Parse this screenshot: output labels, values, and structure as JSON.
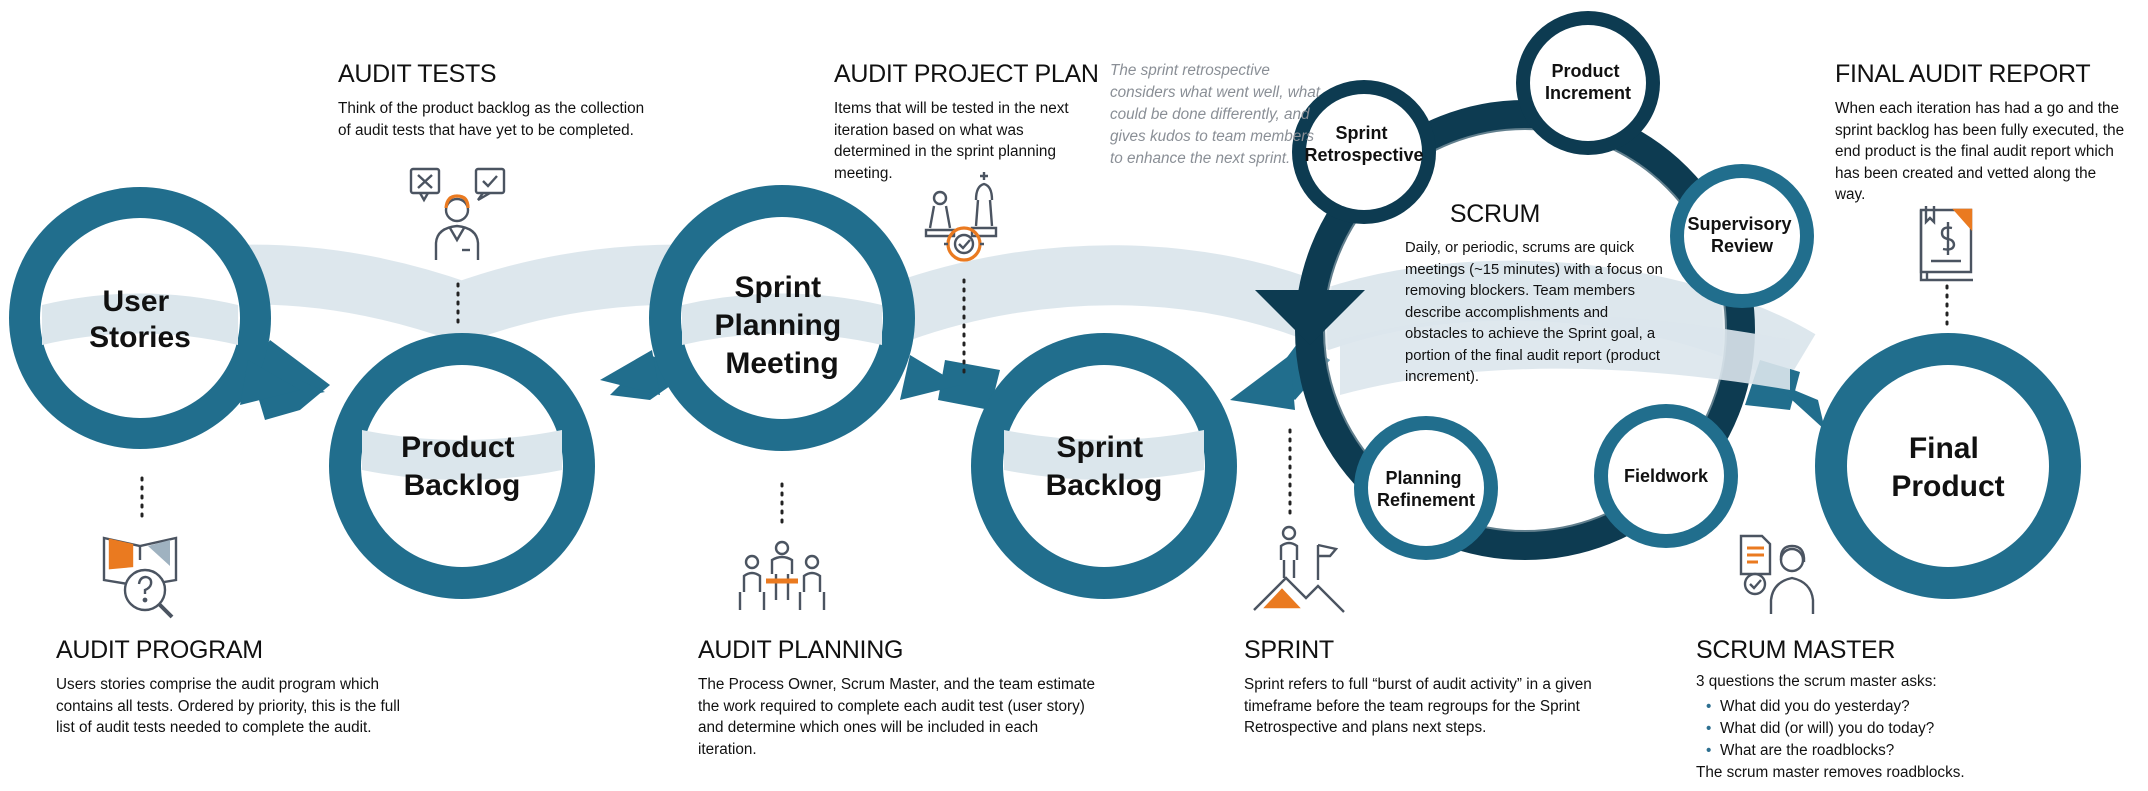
{
  "colors": {
    "teal": "#216e8d",
    "navy": "#0d3b51",
    "ring_inner_stroke": "#ffffff",
    "band": "#dbe6ec",
    "orange": "#ea7a20",
    "icon_gray": "#4b5461"
  },
  "circles": {
    "user_stories": [
      "User",
      "Stories"
    ],
    "product_backlog": [
      "Product",
      "Backlog"
    ],
    "sprint_planning_meeting": [
      "Sprint",
      "Planning",
      "Meeting"
    ],
    "sprint_backlog": [
      "Sprint",
      "Backlog"
    ],
    "final_product": [
      "Final",
      "Product"
    ]
  },
  "scrum_cycle": {
    "title": "SCRUM",
    "body": "Daily, or periodic, scrums are quick meetings (~15 minutes) with a focus on removing blockers. Team members describe accomplishments and obstacles to achieve the Sprint goal, a portion of the final audit report (product increment).",
    "nodes": {
      "product_increment": [
        "Product",
        "Increment"
      ],
      "sprint_retrospective": [
        "Sprint",
        "Retrospective"
      ],
      "supervisory_review": [
        "Supervisory",
        "Review"
      ],
      "fieldwork": [
        "Fieldwork"
      ],
      "planning_refinement": [
        "Planning",
        "Refinement"
      ]
    }
  },
  "retrospective_note": "The sprint retrospective considers what went well, what could be done differently, and gives kudos to team members to enhance the next sprint.",
  "sections": {
    "audit_tests": {
      "heading": "AUDIT TESTS",
      "body": "Think of the product backlog as the collection of audit tests that have yet to be completed.",
      "icon": "person-with-checklist-icon"
    },
    "audit_project_plan": {
      "heading": "AUDIT PROJECT PLAN",
      "body": "Items that will be tested in the next iteration based on what was determined in the sprint planning meeting.",
      "icon": "chess-strategy-icon"
    },
    "final_audit_report": {
      "heading": "FINAL AUDIT REPORT",
      "body": "When each iteration has had a go and the sprint backlog has been fully executed, the end product is the final audit report which has been created and vetted along the way.",
      "icon": "financial-report-book-icon"
    },
    "audit_program": {
      "heading": "AUDIT PROGRAM",
      "body": "Users stories comprise the audit program which contains all tests. Ordered by priority, this is the full list of audit tests needed to complete the audit.",
      "icon": "book-question-icon"
    },
    "audit_planning": {
      "heading": "AUDIT PLANNING",
      "body": "The Process Owner, Scrum Master, and the team estimate the work required to complete each audit test (user story) and determine which ones will be included in each iteration.",
      "icon": "team-meeting-icon"
    },
    "sprint": {
      "heading": "SPRINT",
      "body": "Sprint refers to full “burst of audit activity” in a given timeframe before the team regroups for the Sprint Retrospective and plans next steps.",
      "icon": "climber-summit-flag-icon"
    },
    "scrum_master": {
      "heading": "SCRUM MASTER",
      "intro": "3 questions the scrum master asks:",
      "questions": [
        "What did you do yesterday?",
        "What did (or will) you do today?",
        "What are the roadblocks?"
      ],
      "outro": "The scrum master removes roadblocks.",
      "icon": "person-with-document-icon"
    }
  }
}
